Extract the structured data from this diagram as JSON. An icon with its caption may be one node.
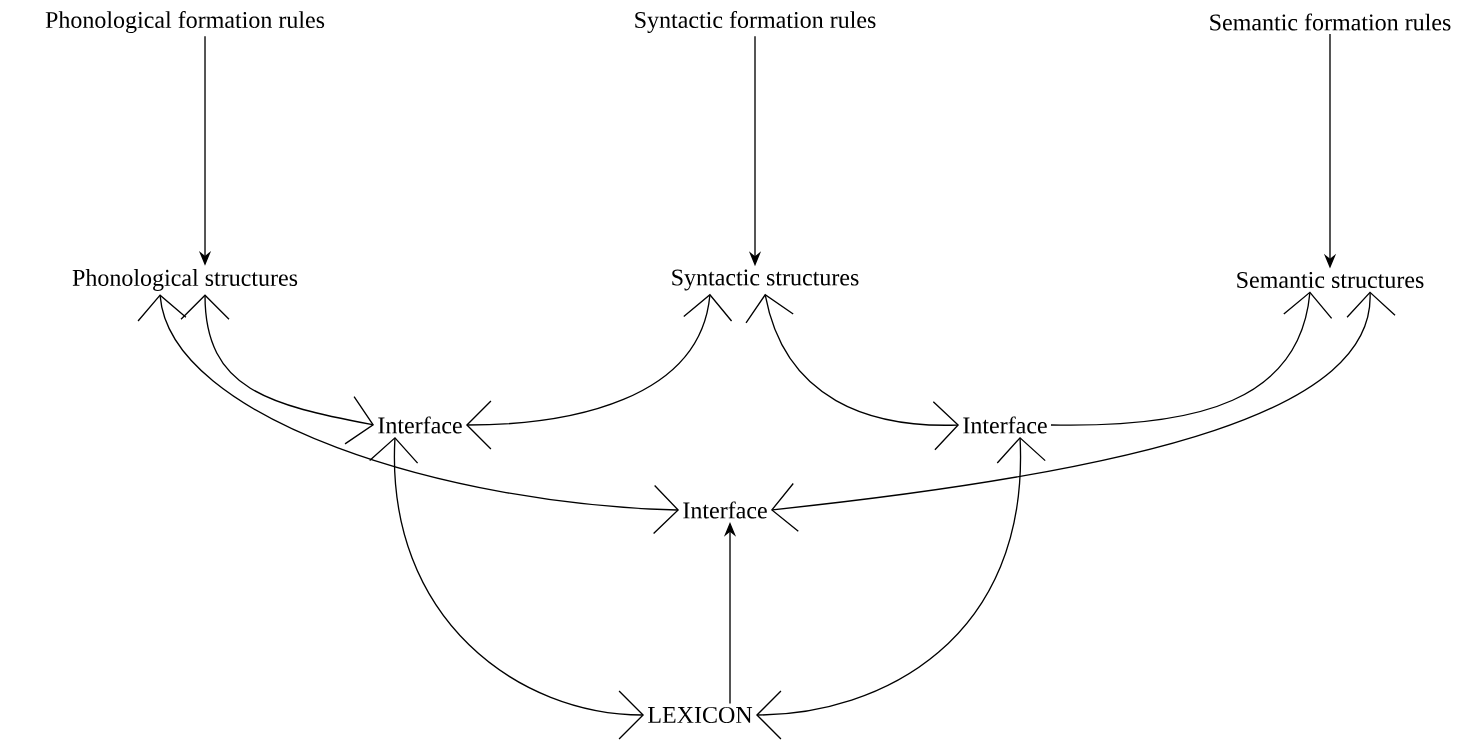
{
  "diagram": {
    "nodes": [
      {
        "text": [
          "Phonological formation rules"
        ]
      },
      {
        "text": [
          "Syntactic formation rules"
        ]
      },
      {
        "text": [
          "Semantic formation rules"
        ]
      },
      {
        "text": [
          "Phonological structures"
        ]
      },
      {
        "text": [
          "Syntactic structures"
        ]
      },
      {
        "text": [
          "Semantic structures"
        ]
      },
      {
        "text": [
          "Interface"
        ]
      },
      {
        "text": [
          "Interface"
        ]
      },
      {
        "text": [
          "Interface"
        ]
      },
      {
        "text": [
          "LEXICON"
        ]
      }
    ],
    "edges": [
      {
        "from": 0,
        "to": 3,
        "arrow": "to"
      },
      {
        "from": 1,
        "to": 4,
        "arrow": "to"
      },
      {
        "from": 2,
        "to": 5,
        "arrow": "to"
      },
      {
        "from": 3,
        "to": 6,
        "arrow": "both"
      },
      {
        "from": 3,
        "to": 8,
        "arrow": "both"
      },
      {
        "from": 4,
        "to": 6,
        "arrow": "both"
      },
      {
        "from": 4,
        "to": 7,
        "arrow": "both"
      },
      {
        "from": 7,
        "to": 5,
        "arrow": "to"
      },
      {
        "from": 5,
        "to": 8,
        "arrow": "both"
      },
      {
        "from": 6,
        "to": 9,
        "arrow": "both"
      },
      {
        "from": 7,
        "to": 9,
        "arrow": "both"
      },
      {
        "from": 9,
        "to": 8,
        "arrow": "to"
      }
    ]
  }
}
